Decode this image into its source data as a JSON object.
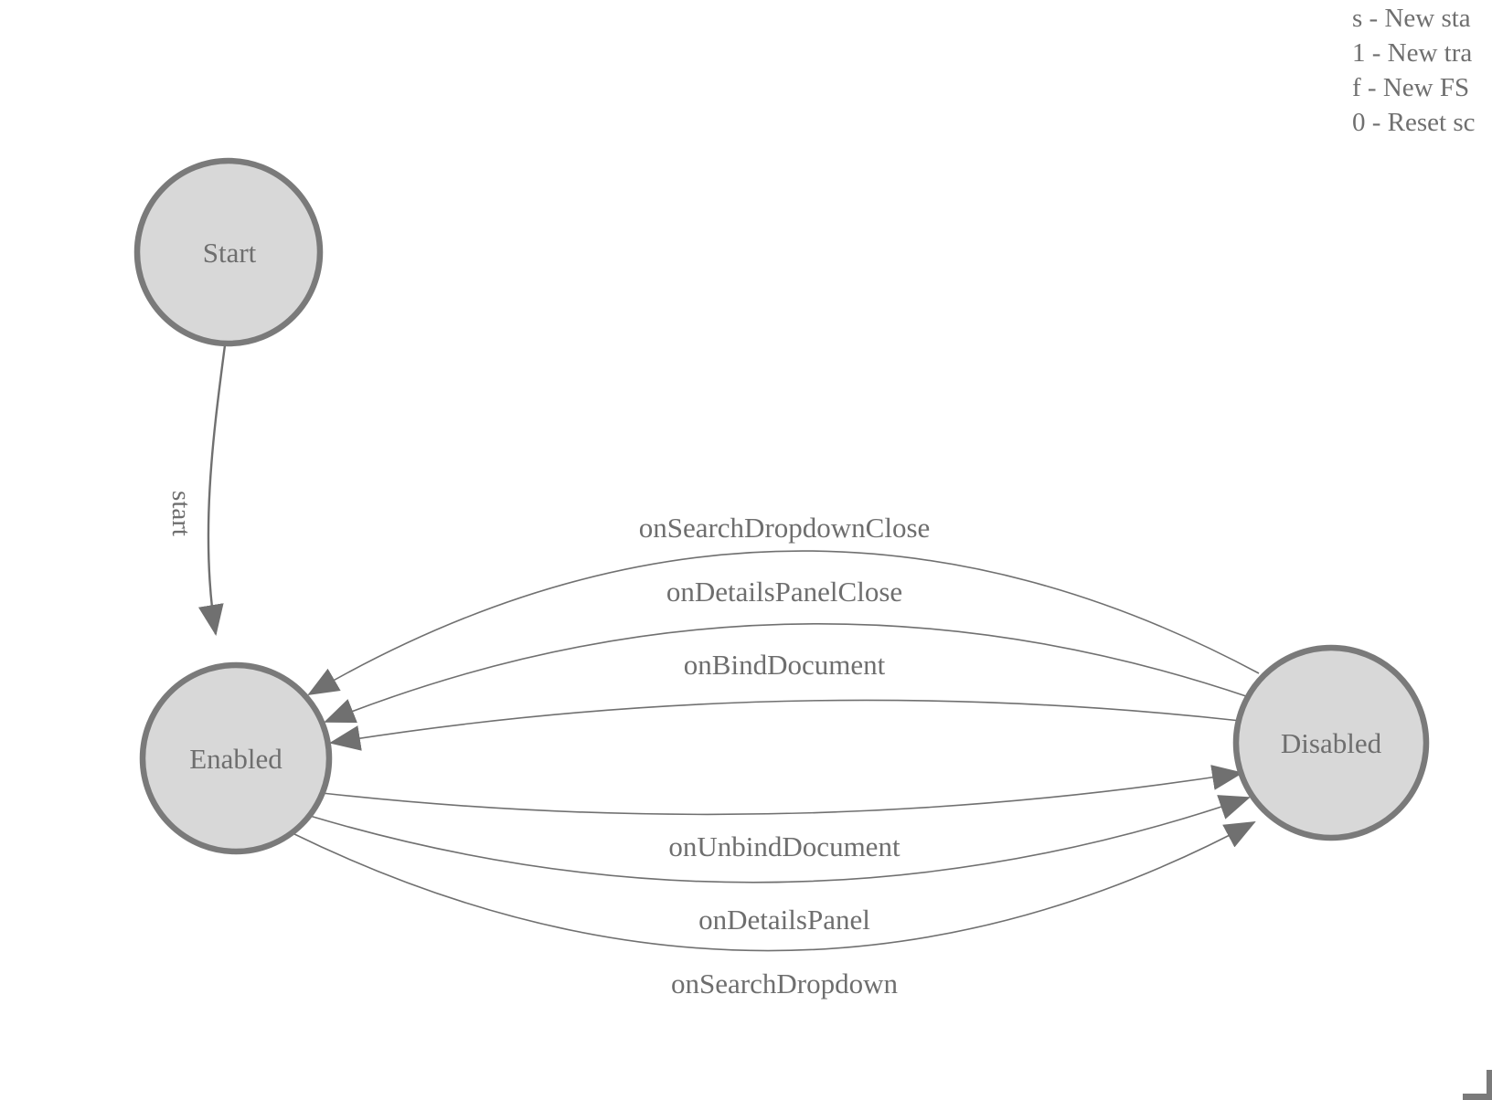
{
  "canvas": {
    "background": "#ffffff"
  },
  "states": [
    {
      "label": "Start"
    },
    {
      "label": "Enabled"
    },
    {
      "label": "Disabled"
    }
  ],
  "transitions": [
    {
      "label": "start",
      "from": "Start",
      "to": "Enabled"
    },
    {
      "label": "onSearchDropdownClose",
      "from": "Disabled",
      "to": "Enabled"
    },
    {
      "label": "onDetailsPanelClose",
      "from": "Disabled",
      "to": "Enabled"
    },
    {
      "label": "onBindDocument",
      "from": "Disabled",
      "to": "Enabled"
    },
    {
      "label": "onUnbindDocument",
      "from": "Enabled",
      "to": "Disabled"
    },
    {
      "label": "onDetailsPanel",
      "from": "Enabled",
      "to": "Disabled"
    },
    {
      "label": "onSearchDropdown",
      "from": "Enabled",
      "to": "Disabled"
    }
  ],
  "legend": {
    "items": [
      "s - New sta",
      "1 - New tra",
      "f - New FS",
      "0 - Reset sc"
    ]
  },
  "colors": {
    "state_fill": "#d8d8d8",
    "state_stroke": "#7a7a7a",
    "edge_line": "#707070",
    "label_text": "#6e6e6e"
  }
}
